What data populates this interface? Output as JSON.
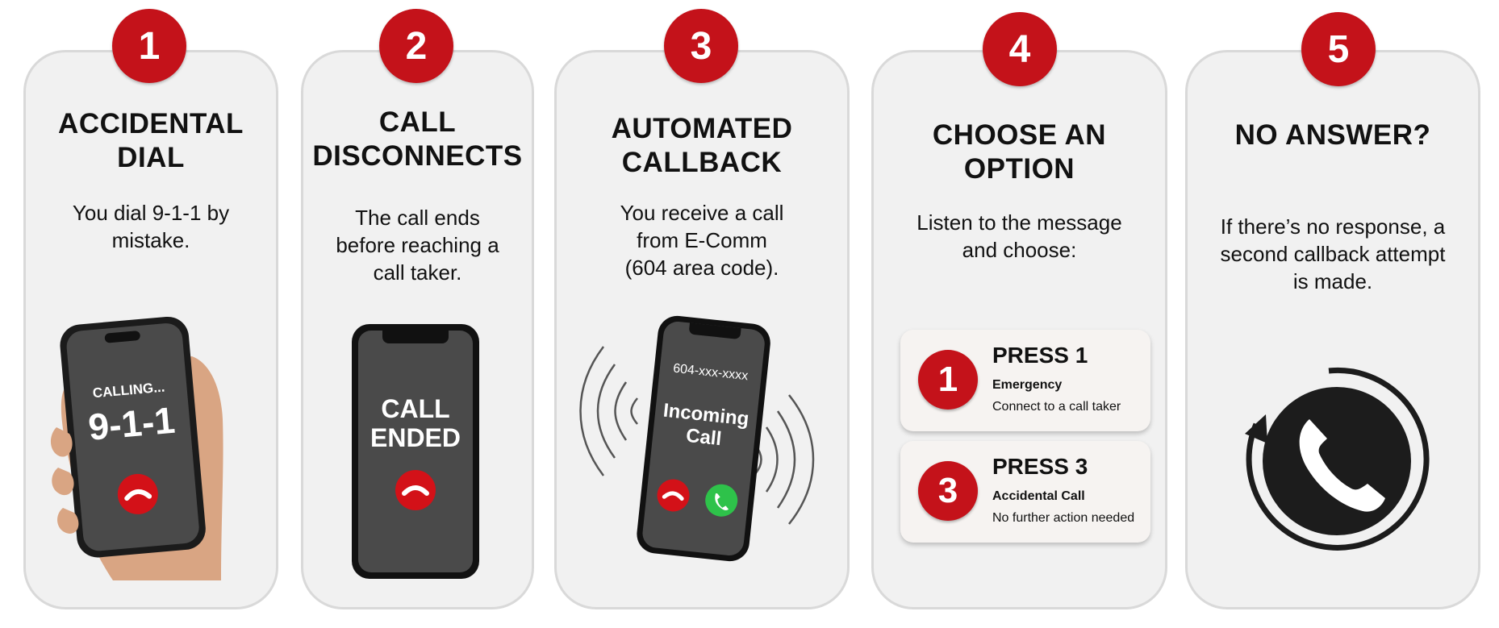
{
  "steps": [
    {
      "number": "1",
      "title": "ACCIDENTAL\nDIAL",
      "description": "You dial 9-1-1 by\nmistake.",
      "phone_status": "CALLING...",
      "phone_number": "9-1-1",
      "icon": "hand-holding-phone-calling-icon"
    },
    {
      "number": "2",
      "title": "CALL\nDISCONNECTS",
      "description": "The call ends\nbefore reaching a\ncall taker.",
      "phone_text_1": "CALL",
      "phone_text_2": "ENDED",
      "icon": "phone-call-ended-icon"
    },
    {
      "number": "3",
      "title": "AUTOMATED\nCALLBACK",
      "description": "You receive a call\nfrom E-Comm\n(604 area code).",
      "phone_number": "604-xxx-xxxx",
      "phone_text_1": "Incoming",
      "phone_text_2": "Call",
      "icon": "ringing-phone-icon"
    },
    {
      "number": "4",
      "title": "CHOOSE AN\nOPTION",
      "description": "Listen to the message\nand choose:",
      "options": [
        {
          "number": "1",
          "press": "PRESS 1",
          "label": "Emergency",
          "detail": "Connect to a call taker"
        },
        {
          "number": "3",
          "press": "PRESS 3",
          "label": "Accidental Call",
          "detail": "No further action needed"
        }
      ]
    },
    {
      "number": "5",
      "title": "NO ANSWER?",
      "description": "If there’s no response, a\nsecond callback attempt\nis made.",
      "icon": "phone-callback-retry-icon"
    }
  ],
  "colors": {
    "accent_red": "#c4121a",
    "card_bg": "#f1f1f1",
    "phone_screen": "#4a4a4a",
    "answer_green": "#2ec24a"
  }
}
